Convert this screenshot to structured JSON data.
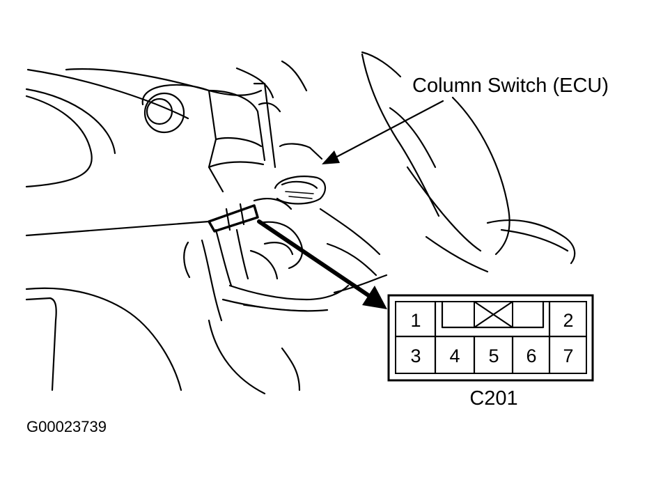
{
  "callout_label": "Column Switch (ECU)",
  "connector": {
    "name": "C201",
    "top_pins": [
      "1",
      "2"
    ],
    "bottom_pins": [
      "3",
      "4",
      "5",
      "6",
      "7"
    ]
  },
  "figure_id": "G00023739"
}
